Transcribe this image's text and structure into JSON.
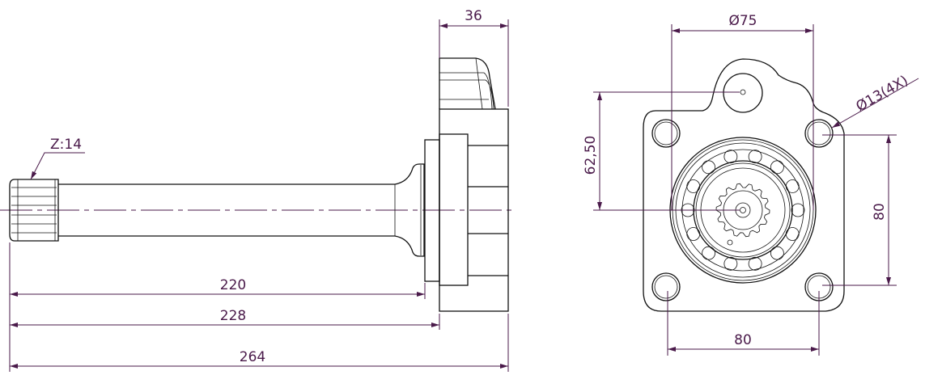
{
  "side_view": {
    "spline_label": "Z:14",
    "dim_flange_width": "36",
    "dim_220": "220",
    "dim_228": "228",
    "dim_264": "264"
  },
  "front_view": {
    "dim_pilot_diameter": "Ø75",
    "dim_hole_diameter": "Ø13(4X)",
    "dim_offset": "62,50",
    "dim_vertical_hole_spacing": "80",
    "dim_horizontal_hole_spacing": "80"
  }
}
